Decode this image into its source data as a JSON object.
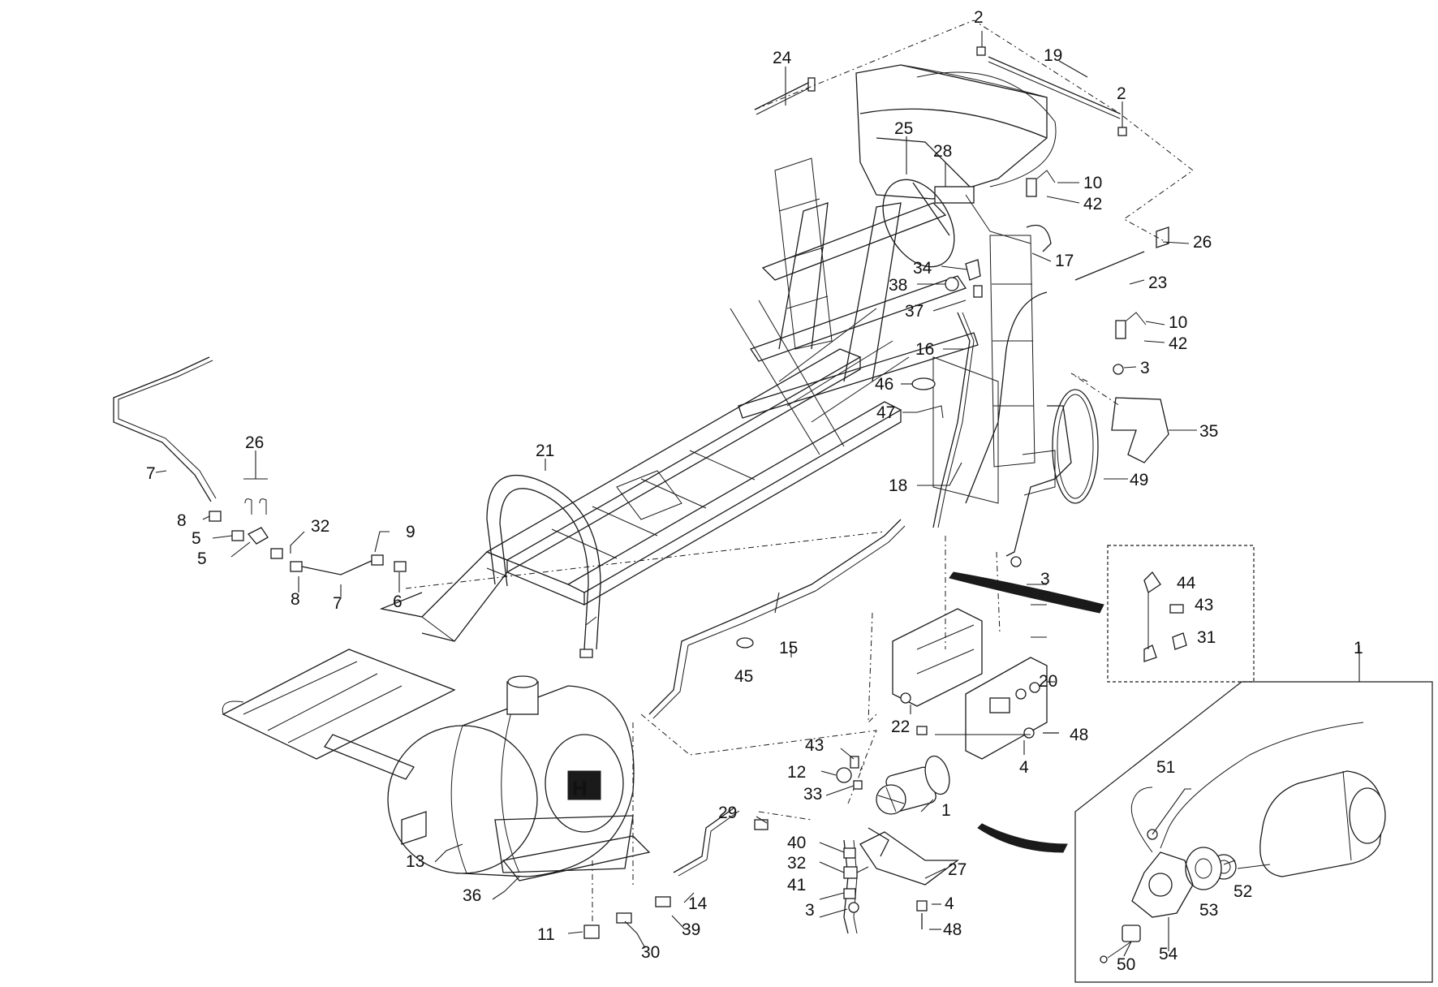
{
  "diagram": {
    "labels": [
      {
        "id": "2a",
        "text": "2"
      },
      {
        "id": "2b",
        "text": "2"
      },
      {
        "id": "19",
        "text": "19"
      },
      {
        "id": "24",
        "text": "24"
      },
      {
        "id": "25",
        "text": "25"
      },
      {
        "id": "28",
        "text": "28"
      },
      {
        "id": "10a",
        "text": "10"
      },
      {
        "id": "42a",
        "text": "42"
      },
      {
        "id": "26a",
        "text": "26"
      },
      {
        "id": "34",
        "text": "34"
      },
      {
        "id": "17",
        "text": "17"
      },
      {
        "id": "38",
        "text": "38"
      },
      {
        "id": "23",
        "text": "23"
      },
      {
        "id": "37",
        "text": "37"
      },
      {
        "id": "10b",
        "text": "10"
      },
      {
        "id": "42b",
        "text": "42"
      },
      {
        "id": "16",
        "text": "16"
      },
      {
        "id": "3a",
        "text": "3"
      },
      {
        "id": "46",
        "text": "46"
      },
      {
        "id": "47",
        "text": "47"
      },
      {
        "id": "35",
        "text": "35"
      },
      {
        "id": "18",
        "text": "18"
      },
      {
        "id": "49",
        "text": "49"
      },
      {
        "id": "21",
        "text": "21"
      },
      {
        "id": "26b",
        "text": "26"
      },
      {
        "id": "7a",
        "text": "7"
      },
      {
        "id": "8a",
        "text": "8"
      },
      {
        "id": "5a",
        "text": "5"
      },
      {
        "id": "5b",
        "text": "5"
      },
      {
        "id": "32a",
        "text": "32"
      },
      {
        "id": "9",
        "text": "9"
      },
      {
        "id": "8b",
        "text": "8"
      },
      {
        "id": "7b",
        "text": "7"
      },
      {
        "id": "6",
        "text": "6"
      },
      {
        "id": "3b",
        "text": "3"
      },
      {
        "id": "44",
        "text": "44"
      },
      {
        "id": "43a",
        "text": "43"
      },
      {
        "id": "31",
        "text": "31"
      },
      {
        "id": "15",
        "text": "15"
      },
      {
        "id": "45",
        "text": "45"
      },
      {
        "id": "20",
        "text": "20"
      },
      {
        "id": "22",
        "text": "22"
      },
      {
        "id": "1a",
        "text": "1"
      },
      {
        "id": "43b",
        "text": "43"
      },
      {
        "id": "12",
        "text": "12"
      },
      {
        "id": "48a",
        "text": "48"
      },
      {
        "id": "4a",
        "text": "4"
      },
      {
        "id": "33",
        "text": "33"
      },
      {
        "id": "1b",
        "text": "1"
      },
      {
        "id": "51",
        "text": "51"
      },
      {
        "id": "29",
        "text": "29"
      },
      {
        "id": "13",
        "text": "13"
      },
      {
        "id": "40",
        "text": "40"
      },
      {
        "id": "32b",
        "text": "32"
      },
      {
        "id": "27",
        "text": "27"
      },
      {
        "id": "36",
        "text": "36"
      },
      {
        "id": "14",
        "text": "14"
      },
      {
        "id": "41",
        "text": "41"
      },
      {
        "id": "4b",
        "text": "4"
      },
      {
        "id": "53",
        "text": "53"
      },
      {
        "id": "52",
        "text": "52"
      },
      {
        "id": "3c",
        "text": "3"
      },
      {
        "id": "48b",
        "text": "48"
      },
      {
        "id": "11",
        "text": "11"
      },
      {
        "id": "39",
        "text": "39"
      },
      {
        "id": "30",
        "text": "30"
      },
      {
        "id": "50",
        "text": "50"
      },
      {
        "id": "54",
        "text": "54"
      }
    ]
  }
}
